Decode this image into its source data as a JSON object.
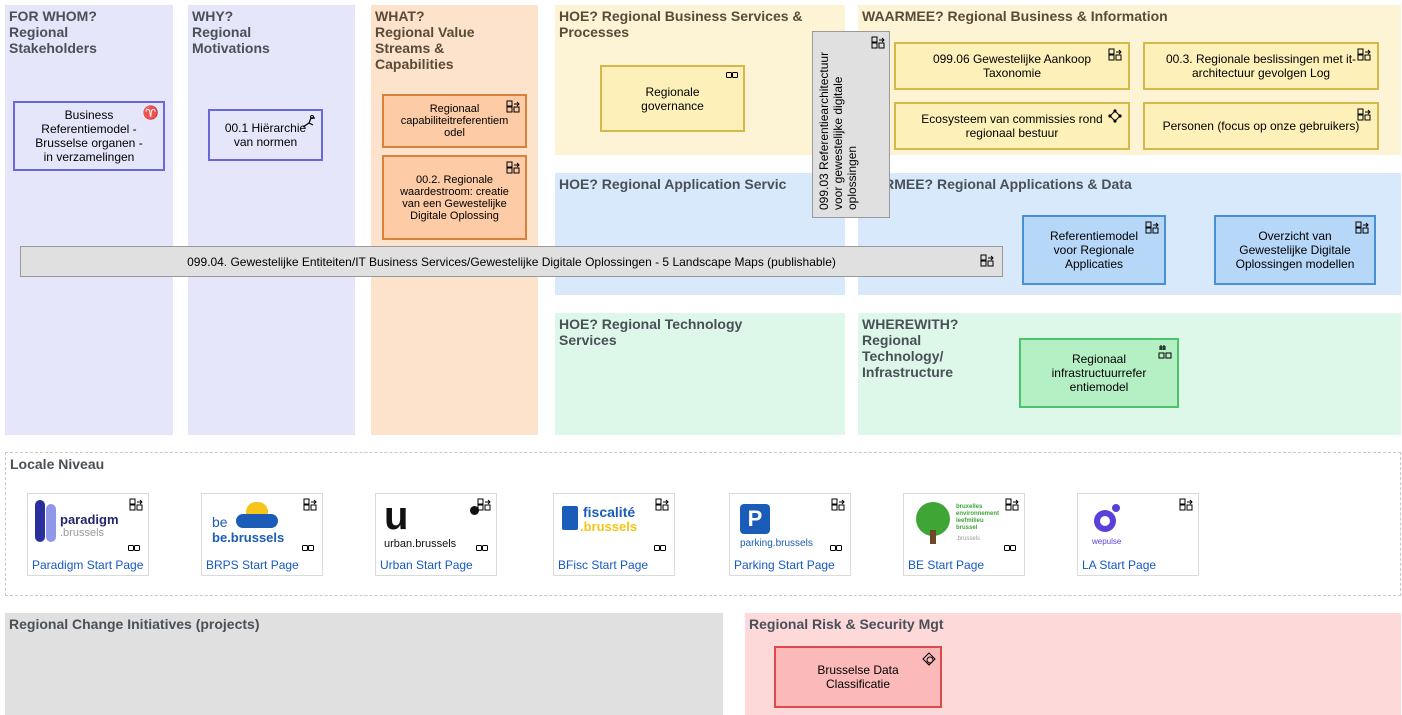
{
  "zones": {
    "for_whom": "FOR WHOM?\nRegional\nStakeholders",
    "why": "WHY?\nRegional\nMotivations",
    "what": "WHAT?\nRegional Value\nStreams &\nCapabilities",
    "hoe_business": "HOE? Regional Business Services &\nProcesses",
    "waarmee_business": "WAARMEE? Regional Business & Information",
    "hoe_application": "HOE? Regional Application Servic",
    "waarmee_application": "ARMEE? Regional Applications & Data",
    "hoe_technology": "HOE? Regional Technology\nServices",
    "wherewith": "WHEREWITH?\nRegional\nTechnology/\nInfrastructure",
    "locale": "Locale Niveau",
    "change": "Regional Change Initiatives (projects)",
    "risk": "Regional Risk & Security Mgt"
  },
  "elements": {
    "business_ref": "Business Referentiemodel - Brusselse organen - in verzamelingen",
    "hierarchie": "00.1 Hiërarchie van normen",
    "capabiliteit": "Regionaal capabiliteitreferentiem odel",
    "waardestroom": "00.2. Regionale waardestroom: creatie van een Gewestelijke Digitale Oplossing",
    "governance": "Regionale governance",
    "ref_arch": "099.03 Referentiearchitectuur voor gewestelijke digitale oplossingen",
    "aankoop": "099.06 Gewestelijke Aankoop Taxonomie",
    "beslissingen": "00.3. Regionale beslissingen met it-architectuur gevolgen Log",
    "ecosysteem": "Ecosysteem van commissies rond regionaal bestuur",
    "personen": "Personen (focus op onze gebruikers)",
    "landscape": "099.04. Gewestelijke Entiteiten/IT Business Services/Gewestelijke Digitale Oplossingen - 5 Landscape Maps (publishable)",
    "ref_applicaties": "Referentiemodel voor Regionale Applicaties",
    "overzicht": "Overzicht van Gewestelijke Digitale Oplossingen modellen",
    "infra": "Regionaal infrastructuurrefer entiemodel",
    "data_class": "Brusselse Data Classificatie"
  },
  "tiles": [
    {
      "link": "Paradigm Start Page",
      "logo_a": "paradigm",
      "logo_b": ".brussels"
    },
    {
      "link": "BRPS Start Page",
      "logo_a": "be",
      "logo_b": "be.brussels"
    },
    {
      "link": "Urban Start Page",
      "logo_a": "u",
      "logo_b": "urban.brussels"
    },
    {
      "link": "BFisc Start Page",
      "logo_a": "fiscalité",
      "logo_b": ".brussels"
    },
    {
      "link": "Parking Start Page",
      "logo_a": "P",
      "logo_b": "parking.brussels"
    },
    {
      "link": "BE Start Page",
      "logo_a": "bruxelles environnement leefmilieu brussel",
      "logo_b": ".brussels"
    },
    {
      "link": "LA Start Page",
      "logo_a": "wepulse",
      "logo_b": ""
    }
  ],
  "colors": {
    "purple_zone": "#e6e6fa",
    "orange_zone": "#fde3cb",
    "yellow_zone": "#fdf3d5",
    "blue_zone": "#d7e9fb",
    "green_zone": "#ddf8e8",
    "gray_zone": "#e0e0e0",
    "red_zone": "#fdd9d9"
  }
}
